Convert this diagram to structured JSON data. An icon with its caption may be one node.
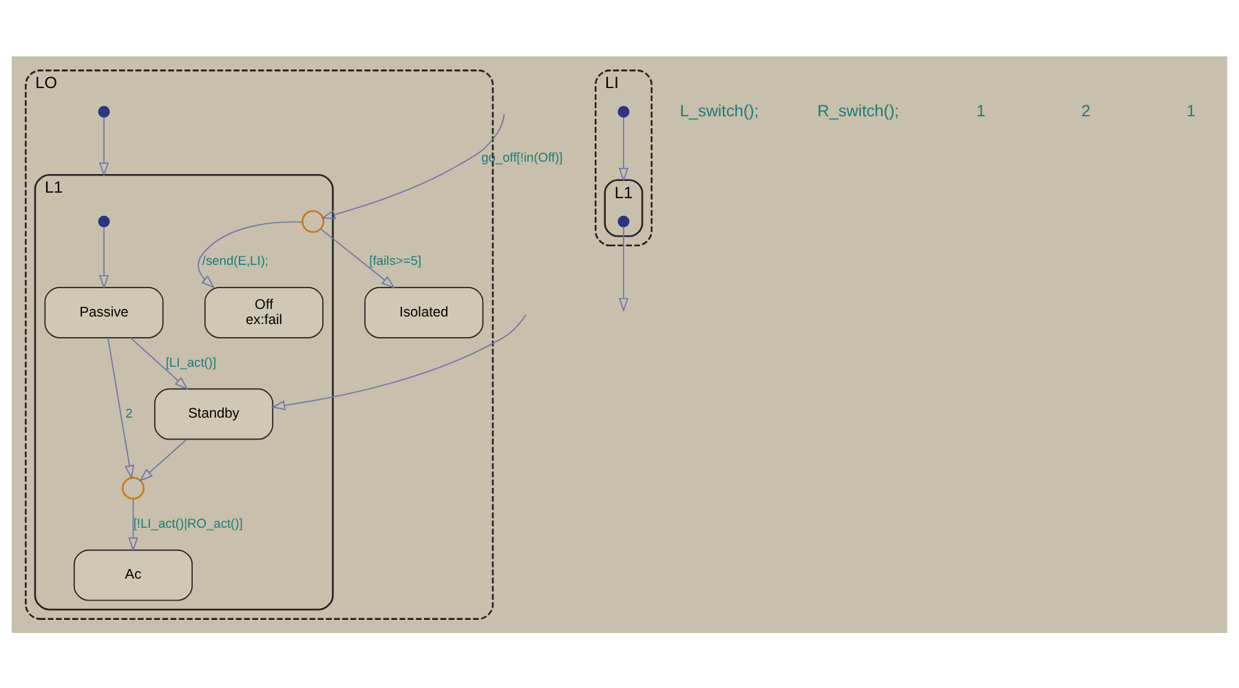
{
  "diagram": {
    "nodes": [
      {
        "text": [
          "LO"
        ]
      },
      {
        "text": [],
        "shape": "circle",
        "in": 0
      },
      {
        "text": [
          "L1"
        ],
        "in": 0
      },
      {
        "text": [],
        "shape": "circle",
        "in": 2
      },
      {
        "text": [
          "Passive"
        ],
        "in": 2
      },
      {
        "text": [],
        "shape": "circle",
        "in": 2
      },
      {
        "text": [
          "Ac"
        ],
        "in": 2
      },
      {
        "text": [
          "Standby"
        ],
        "in": 2
      },
      {
        "text": [],
        "shape": "circle",
        "in": 2
      },
      {
        "text": [
          "Off",
          "ex:fail"
        ],
        "in": 2
      },
      {
        "text": [
          "Isolated"
        ],
        "in": 0
      },
      {
        "text": [
          "LI"
        ]
      },
      {
        "text": [],
        "shape": "circle",
        "in": 11
      },
      {
        "text": [
          "L1"
        ],
        "in": 11
      },
      {
        "text": [],
        "shape": "circle",
        "in": 13
      }
    ],
    "edges": [
      {
        "from": 1,
        "to": 2,
        "arrow": "to"
      },
      {
        "from": 3,
        "to": 4,
        "arrow": "to"
      },
      {
        "from": 4,
        "to": 5,
        "label": "2",
        "arrow": "to"
      },
      {
        "from": 5,
        "to": 6,
        "label": "[!LI_act()|RO_act()]",
        "arrow": "to"
      },
      {
        "from": 7,
        "to": 5,
        "arrow": "to"
      },
      {
        "from": 4,
        "to": 7,
        "label": "[LI_act()]",
        "arrow": "to"
      },
      {
        "from": null,
        "to": 7,
        "arrow": "to"
      },
      {
        "from": null,
        "to": 8,
        "label": "go_off[!in(Off)]",
        "arrow": "to"
      },
      {
        "from": 8,
        "to": 9,
        "label": "/send(E,LI);",
        "arrow": "to"
      },
      {
        "from": 8,
        "to": 10,
        "label": "[fails>=5]",
        "arrow": "to"
      },
      {
        "from": 12,
        "to": 13,
        "arrow": "to"
      },
      {
        "from": 14,
        "to": null,
        "arrow": "to"
      }
    ],
    "labels": [
      "L_switch();",
      "R_switch();",
      "1",
      "2",
      "1"
    ]
  }
}
